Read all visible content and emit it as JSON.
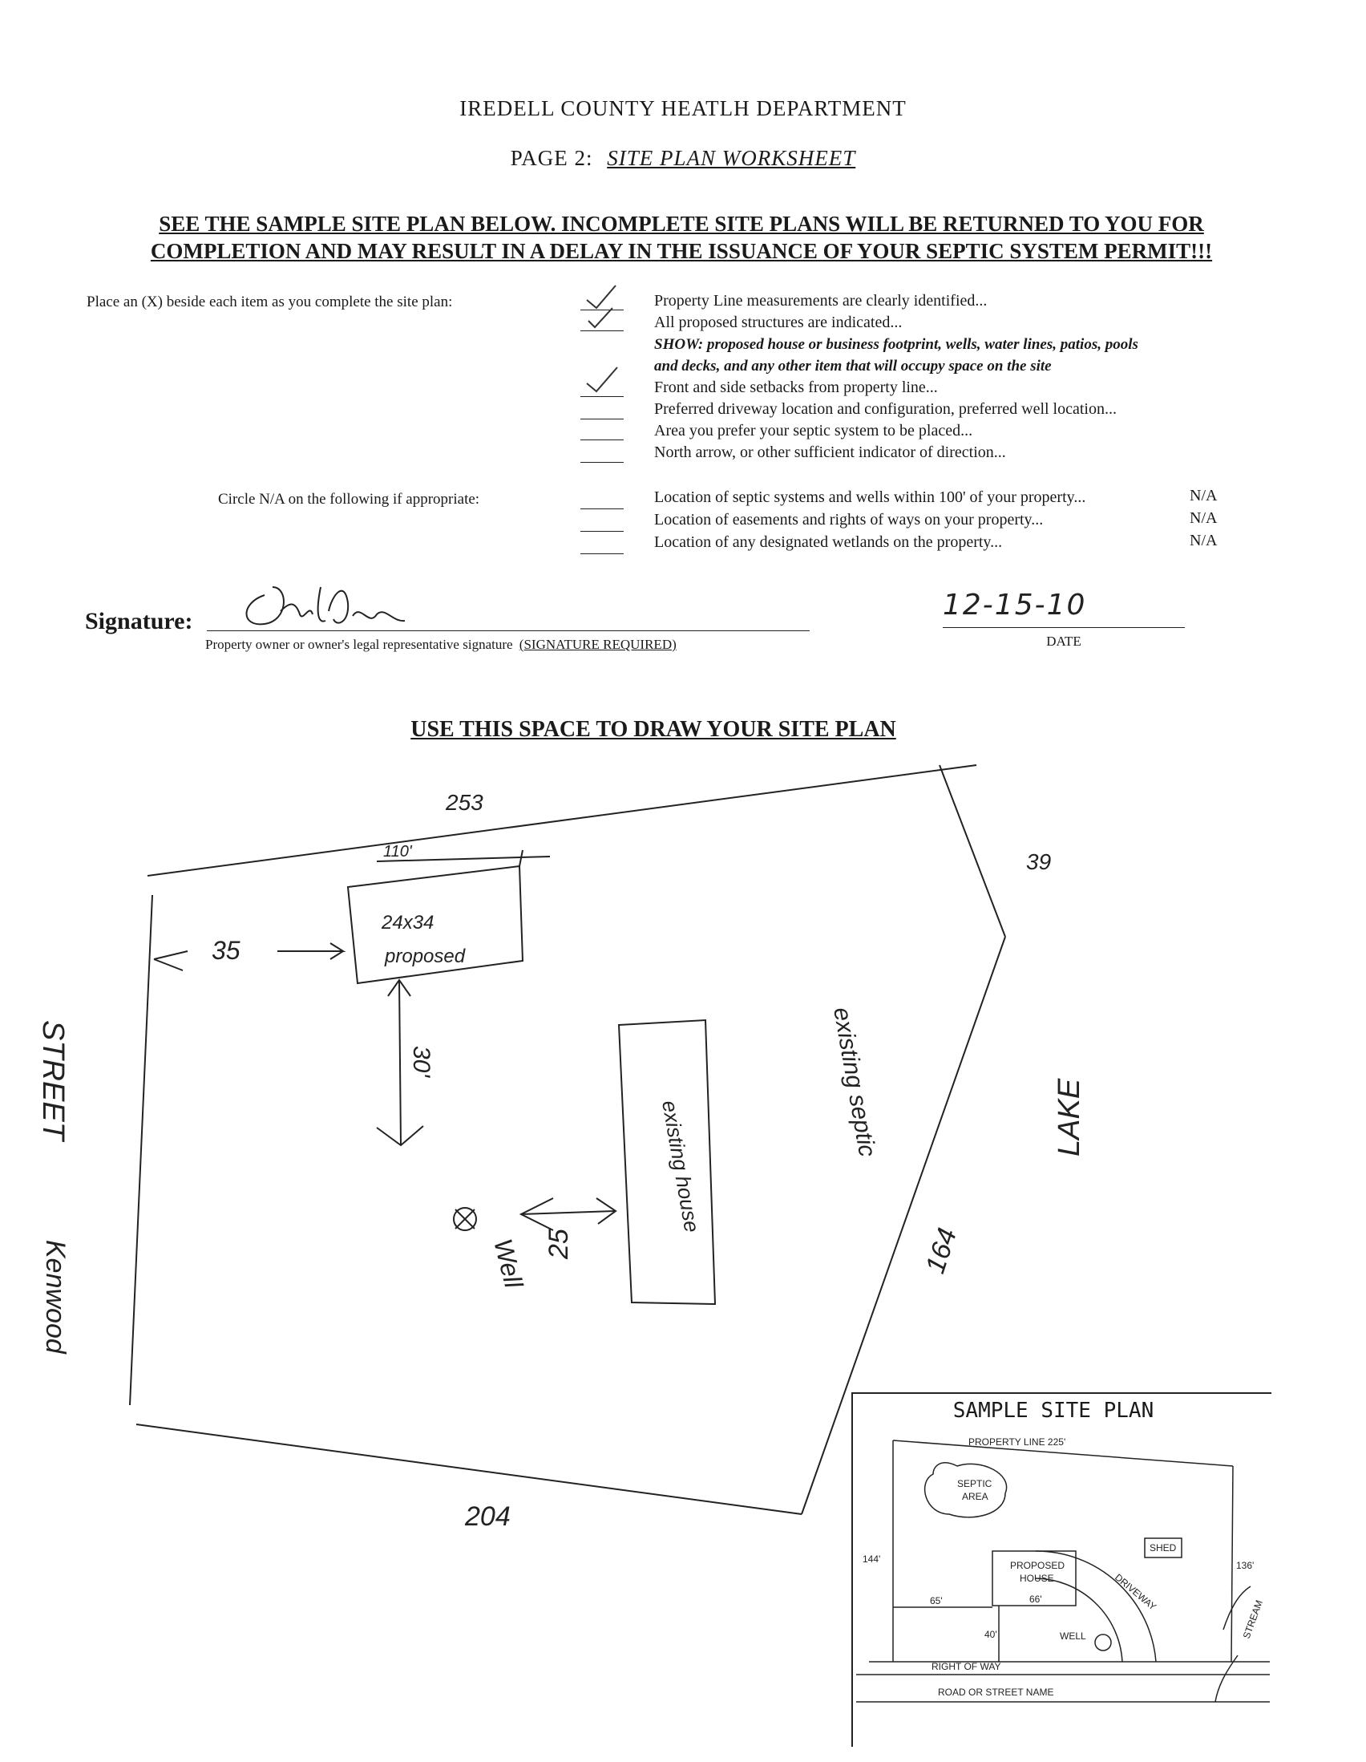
{
  "header": {
    "department": "IREDELL COUNTY HEATLH DEPARTMENT",
    "page_label": "PAGE 2:",
    "page_title": "SITE PLAN WORKSHEET"
  },
  "warning": {
    "line1": "SEE THE SAMPLE SITE PLAN BELOW.  INCOMPLETE SITE PLANS WILL BE RETURNED TO YOU FOR",
    "line2": "COMPLETION AND MAY RESULT IN A DELAY IN THE ISSUANCE OF YOUR SEPTIC SYSTEM PERMIT!!!"
  },
  "checklist": {
    "instruction": "Place an (X) beside each item as you complete the site plan:",
    "items": [
      {
        "text": "Property Line measurements are clearly identified...",
        "checked": true
      },
      {
        "text": "All proposed structures are indicated...",
        "checked": true
      },
      {
        "text": "SHOW: proposed house or business footprint, wells, water lines, patios, pools"
      },
      {
        "text": "and decks, and any other item that will occupy space on the site"
      },
      {
        "text": "Front and side setbacks from property line...",
        "checked": true
      },
      {
        "text": "Preferred driveway location and configuration, preferred well location...",
        "checked": false
      },
      {
        "text": "Area you prefer your septic system to be placed...",
        "checked": false
      },
      {
        "text": "North arrow, or other sufficient indicator of direction...",
        "checked": false
      }
    ]
  },
  "na_section": {
    "instruction": "Circle N/A on the following if appropriate:",
    "items": [
      {
        "text": "Location of septic systems and wells within 100' of your property...",
        "na": "N/A"
      },
      {
        "text": "Location of easements and rights of ways on your property...",
        "na": "N/A"
      },
      {
        "text": "Location of any designated wetlands on the property...",
        "na": "N/A"
      }
    ]
  },
  "signature": {
    "label": "Signature:",
    "caption": "Property owner or owner's legal representative signature",
    "required": "(SIGNATURE REQUIRED)",
    "date_value": "12-15-10",
    "date_label": "DATE"
  },
  "site_plan": {
    "heading": "USE THIS SPACE TO DRAW YOUR SITE PLAN",
    "labels": {
      "top_dim": "253",
      "top_setback": "110'",
      "right_dim": "39",
      "side_setback": "35",
      "proposed_size": "24x34",
      "proposed_label": "proposed",
      "front_setback": "30'",
      "existing_house": "existing house",
      "well_gap": "25",
      "well": "Well",
      "existing_septic": "existing septic",
      "lower_right_dim": "164",
      "bottom_dim": "204",
      "street": "STREET",
      "street_name": "Kenwood",
      "lake": "LAKE"
    }
  },
  "sample_plan": {
    "title": "SAMPLE SITE PLAN",
    "property_line": "PROPERTY LINE  225'",
    "septic": "SEPTIC",
    "area": "AREA",
    "shed": "SHED",
    "proposed": "PROPOSED",
    "house": "HOUSE",
    "house_width": "66'",
    "left_dim": "144'",
    "right_dim": "136'",
    "side_setback": "65'",
    "front_setback": "40'",
    "driveway": "DRIVEWAY",
    "well": "WELL",
    "right_of_way": "RIGHT   OF   WAY",
    "road": "ROAD OR STREET NAME",
    "stream": "STREAM"
  }
}
